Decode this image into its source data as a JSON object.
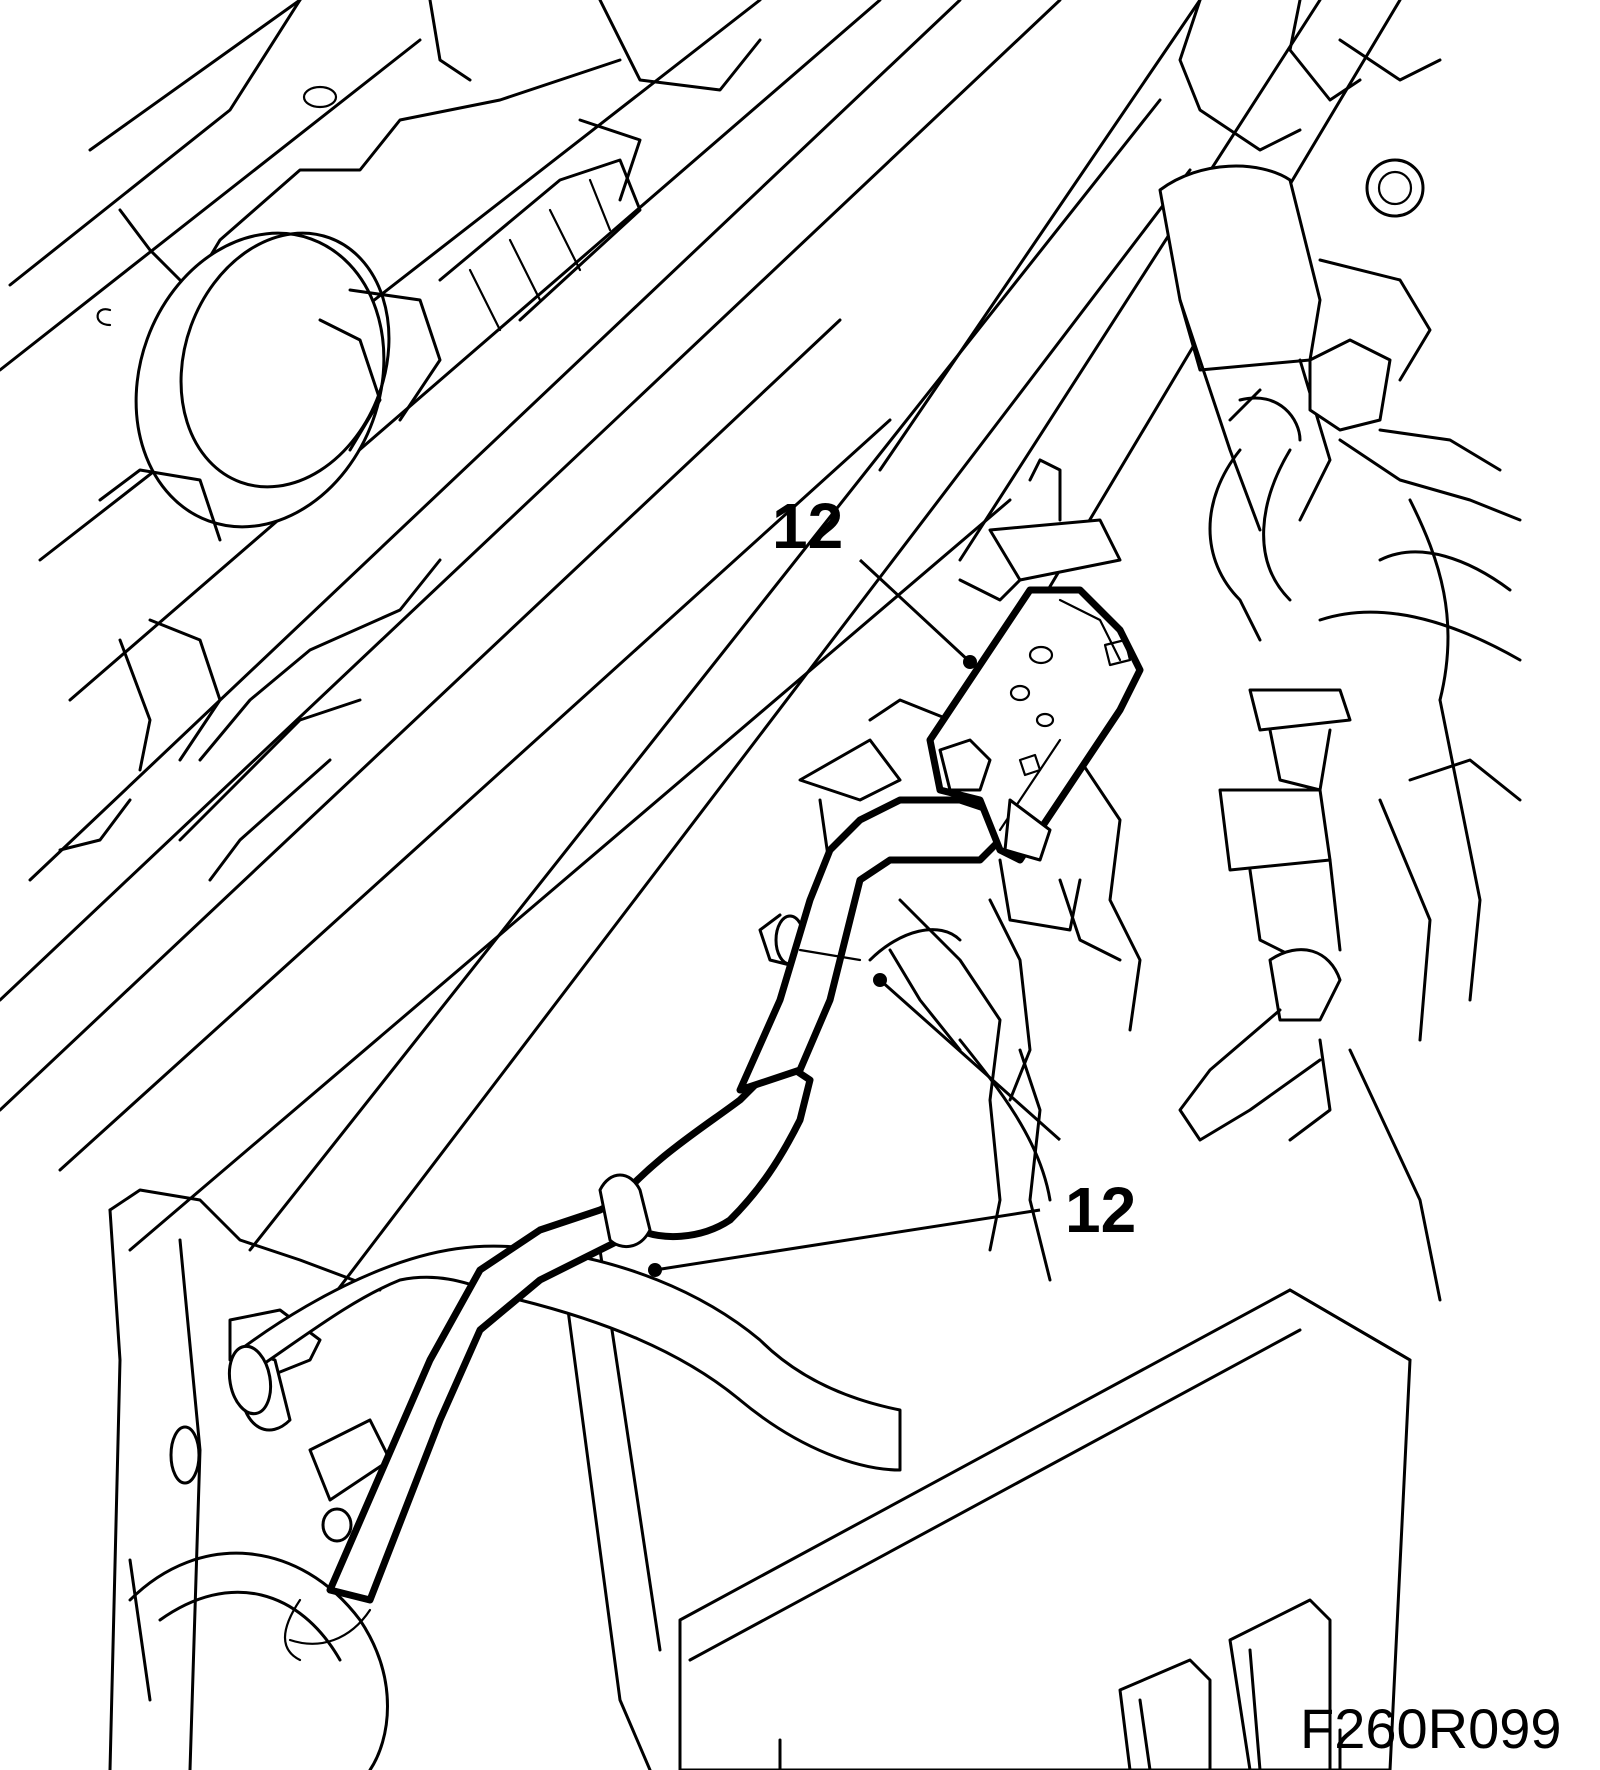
{
  "callouts": [
    {
      "id": "callout-top",
      "label": "12"
    },
    {
      "id": "callout-bottom",
      "label": "12"
    }
  ],
  "figure_code": "F260R099",
  "colors": {
    "line": "#000000",
    "background": "#ffffff"
  }
}
